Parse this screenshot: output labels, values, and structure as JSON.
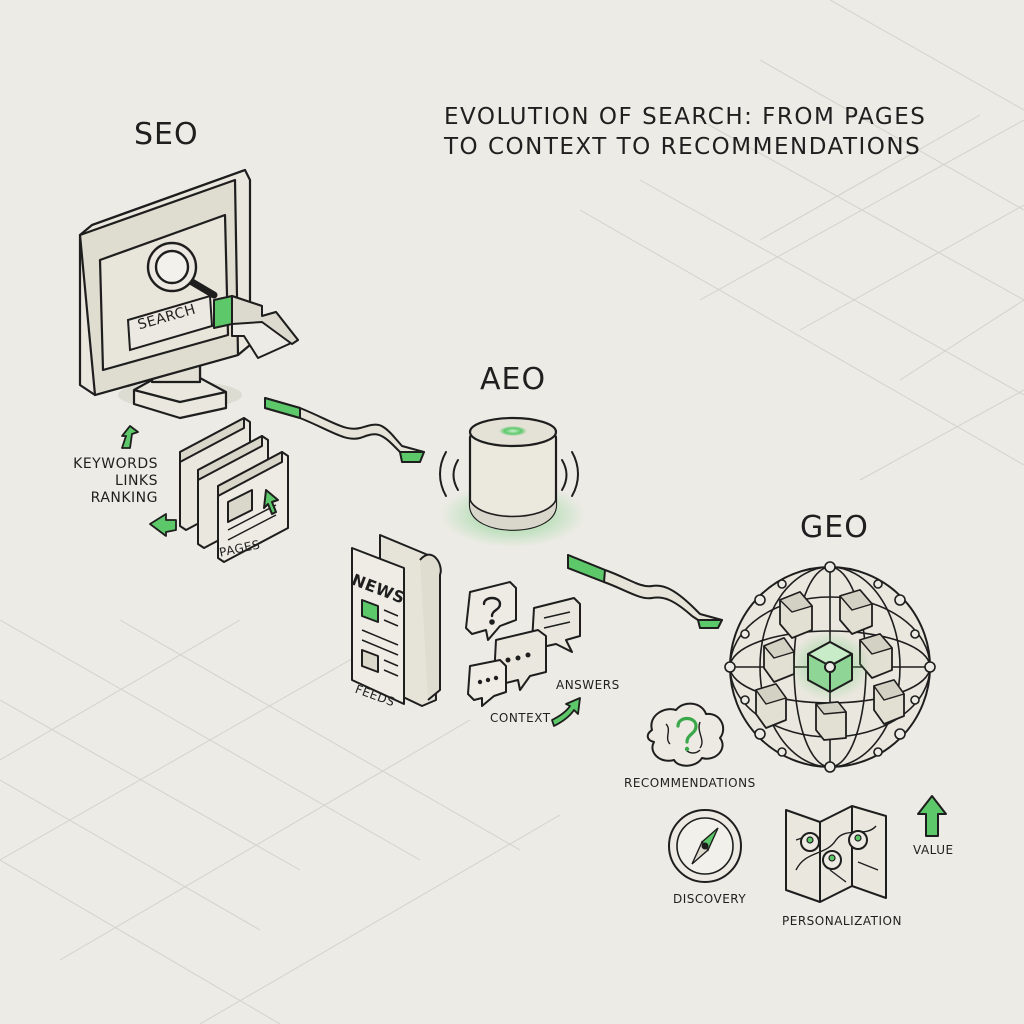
{
  "title": {
    "line1": "EVOLUTION OF SEARCH: FROM PAGES",
    "line2": "TO CONTEXT TO RECOMMENDATIONS"
  },
  "stages": {
    "seo": {
      "title": "SEO",
      "search_label": "SEARCH",
      "factors": [
        "KEYWORDS",
        "LINKS",
        "RANKING"
      ],
      "pages_label": "PAGES"
    },
    "aeo": {
      "title": "AEO",
      "news_label": "NEWS",
      "feeds_label": "FEEDS",
      "context_label": "CONTEXT",
      "answers_label": "ANSWERS"
    },
    "geo": {
      "title": "GEO",
      "recommendations_label": "RECOMMENDATIONS",
      "discovery_label": "DISCOVERY",
      "personalization_label": "PERSONALIZATION",
      "value_label": "VALUE"
    }
  },
  "colors": {
    "background": "#ecebe5",
    "ink": "#1e1e1e",
    "accent_green": "#4caf50",
    "panel_fill": "#e4e1d5"
  }
}
